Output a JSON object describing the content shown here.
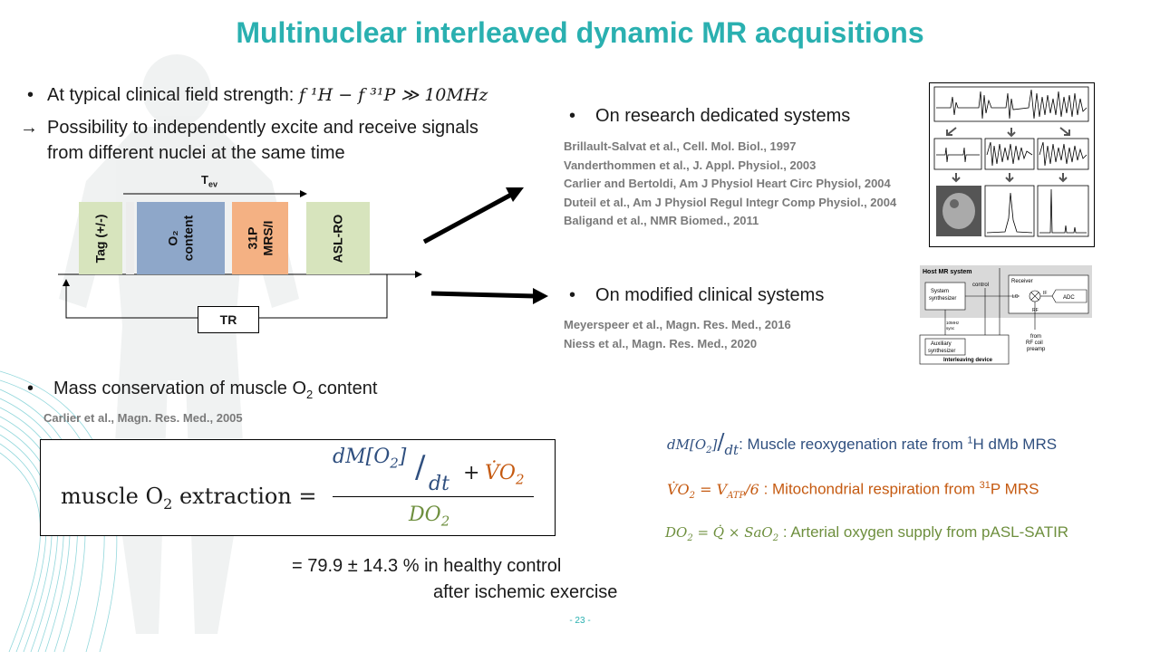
{
  "slide": {
    "title": "Multinuclear interleaved dynamic MR acquisitions",
    "page_number": "- 23 -"
  },
  "left": {
    "bullet1_prefix": "At typical clinical field strength: ",
    "bullet1_formula": "f ¹H − f ³¹P ≫ 10MHz",
    "arrow_glyph": "→",
    "bullet2": "Possibility to independently excite and receive signals from different nuclei at the same time",
    "bullet2_line1": "Possibility to independently excite and receive signals",
    "bullet2_line2": "from different nuclei at the same time"
  },
  "sequence_diagram": {
    "tev_label": "T",
    "tev_sub": "ev",
    "tr_label": "TR",
    "blocks": [
      {
        "label": "Tag (+/-)",
        "color": "#d7e4bd"
      },
      {
        "label_line1": "O₂",
        "label_line2": "content",
        "color": "#8ea7c9"
      },
      {
        "label_line1": "31P",
        "label_line2": "MRS/I",
        "color": "#f4b183"
      },
      {
        "label": "ASL-RO",
        "color": "#d7e4bd"
      }
    ]
  },
  "right_top": {
    "bullet": "On research dedicated systems",
    "citations": [
      "Brillault-Salvat et al., Cell. Mol. Biol., 1997",
      "Vanderthommen et al., J. Appl. Physiol., 2003",
      "Carlier and Bertoldi, Am J Physiol Heart Circ Physiol, 2004",
      "Duteil et al., Am J Physiol Regul Integr Comp Physiol., 2004",
      "Baligand et al., NMR Biomed., 2011"
    ]
  },
  "right_bottom": {
    "bullet": "On modified clinical systems",
    "citations": [
      "Meyerspeer et al., Magn. Res. Med., 2016",
      "Niess et al., Magn. Res. Med., 2020"
    ]
  },
  "hardware_diagram": {
    "host_label": "Host MR system",
    "synth_line1": "System",
    "synth_line2": "synthesizer",
    "control_label": "control",
    "receiver_label": "Receiver",
    "lo_label": "LO",
    "if_label": "IF",
    "rf_label": "RF",
    "adc_label": "ADC",
    "sync_line1": "10MHz",
    "sync_line2": "sync",
    "aux_line1": "Auxiliary",
    "aux_line2": "synthesizer",
    "from_line1": "from",
    "from_line2": "RF coil",
    "from_line3": "preamp",
    "device_label": "Interleaving device"
  },
  "mass_conservation": {
    "bullet_prefix": "Mass conservation of muscle O",
    "bullet_sub": "2",
    "bullet_suffix": " content",
    "citation": "Carlier et al., Magn. Res. Med., 2005",
    "equation_lhs_prefix": "muscle O",
    "equation_lhs_sub": "2",
    "equation_lhs_suffix": " extraction =",
    "numerator_dm": "dM[O",
    "numerator_dm_sub": "2",
    "numerator_dm_close": "]",
    "numerator_dt": "dt",
    "plus": "+",
    "numerator_vo": "V̇O",
    "numerator_vo_sub": "2",
    "denominator": "DO",
    "denominator_sub": "2",
    "result_line1": "= 79.9 ± 14.3 % in healthy control",
    "result_line2": "after ischemic exercise"
  },
  "definitions": [
    {
      "formula": "dM[O₂]/dt",
      "text_prefix": ": Muscle reoxygenation rate from ",
      "sup": "1",
      "text_suffix": "H dMb MRS",
      "color": "#2f4f7f"
    },
    {
      "formula": "V̇O₂ = V_ATP/6",
      "text_prefix": " : Mitochondrial respiration from ",
      "sup": "31",
      "text_suffix": "P MRS",
      "color": "#c55a11"
    },
    {
      "formula": "DO₂ = Q̇ × SaO₂",
      "text_prefix": " : Arterial oxygen supply from pASL-SATIR",
      "sup": "",
      "text_suffix": "",
      "color": "#6e8f3e"
    }
  ],
  "colors": {
    "title": "#2ab0b0",
    "citation": "#7a7a7a",
    "blue_term": "#2f4f7f",
    "orange_term": "#c55a11",
    "green_term": "#6e8f3e"
  }
}
